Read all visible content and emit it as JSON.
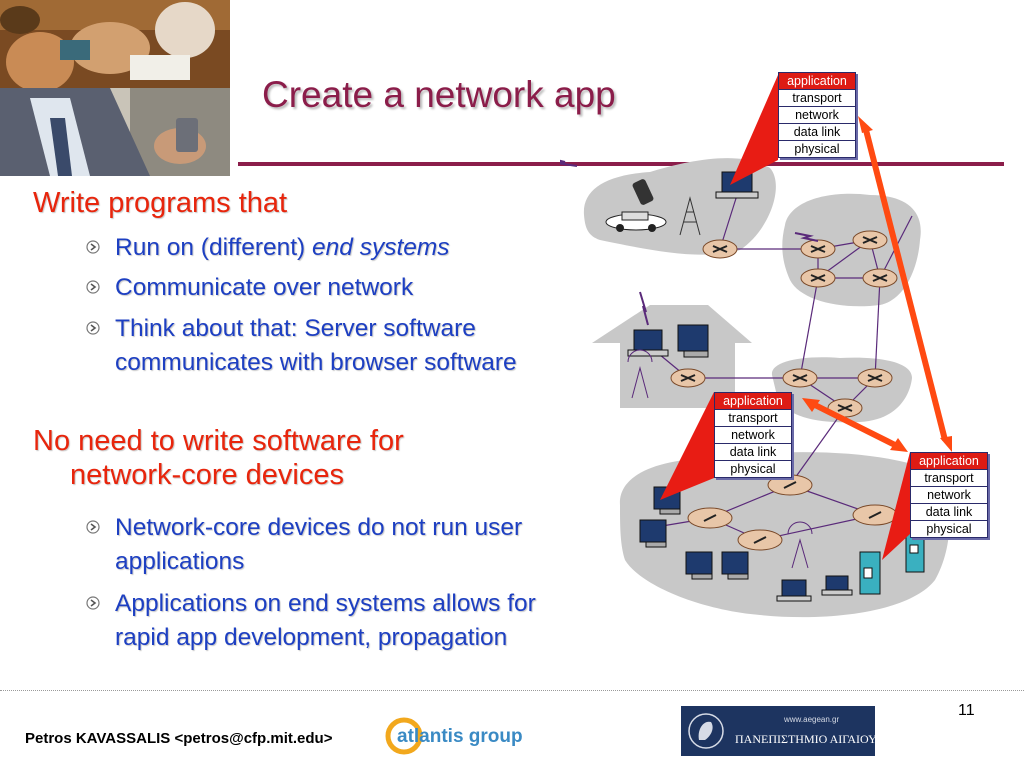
{
  "slide": {
    "title": "Create a network app",
    "page_number": "11"
  },
  "bullets": {
    "item1": "Write programs that",
    "item1_sub1_prefix": "Run on (different) ",
    "item1_sub1_em": "end systems",
    "item1_sub2": "Communicate over network",
    "item1_sub3": "Think about that: Server software communicates with browser software",
    "item2_line1": "No need to write software for",
    "item2_line2": "network-core devices",
    "item2_sub1": "Network-core devices do not run user applications",
    "item2_sub2": "Applications on end systems allows for rapid app development, propagation"
  },
  "protocol_stack": [
    "application",
    "transport",
    "network",
    "data link",
    "physical"
  ],
  "footer": {
    "author": "Petros KAVASSALIS <petros@cfp.mit.edu>",
    "group_logo": "atlantis group",
    "university_url": "www.aegean.gr",
    "university_name": "ΠΑΝΕΠΙΣΤΗΜΙΟ ΑΙΓΑΙΟΥ"
  },
  "colors": {
    "title": "#8b1d4a",
    "level1_text": "#e8250c",
    "level2_text": "#1d3fc2",
    "stack_application": "#dd1b14",
    "arrows": "#ff4a12"
  }
}
